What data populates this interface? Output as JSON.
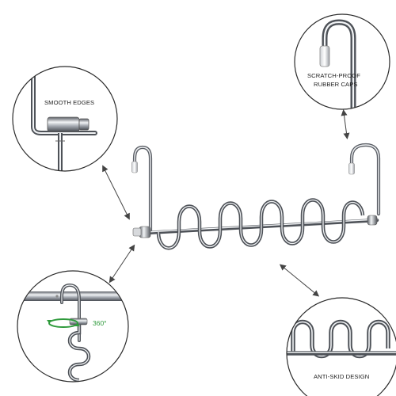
{
  "callouts": {
    "smooth_edges": "SMOOTH EDGES",
    "scratch_proof_line1": "SCRATCH-PROOF",
    "scratch_proof_line2": "RUBBER CAPS",
    "anti_skid": "ANTI-SKID DESIGN",
    "rotation": "360°"
  },
  "colors": {
    "chrome_dark": "#5b5f66",
    "chrome_mid": "#a9aeb5",
    "chrome_light": "#f2f4f6",
    "circle_border": "#2b2b2b",
    "arrow": "#444444",
    "rotation_green": "#2f9a3c"
  }
}
